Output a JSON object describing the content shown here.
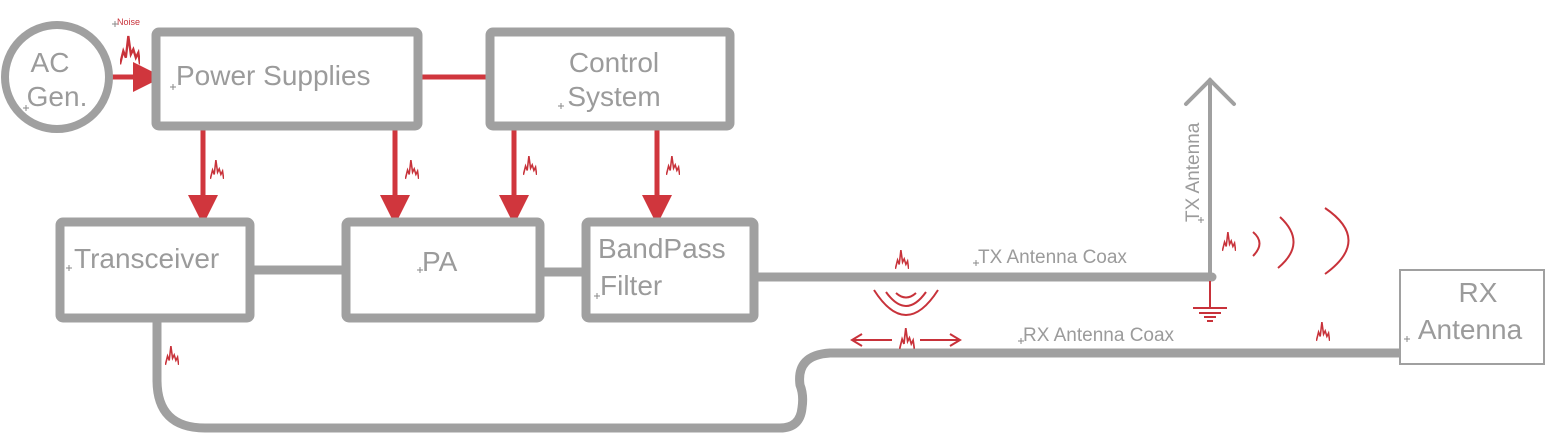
{
  "diagram": {
    "title": "Radio system noise coupling diagram",
    "colors": {
      "block_outline": "#a0a0a0",
      "block_text": "#9b9b9b",
      "power_path": "#d0363d",
      "noise": "#c8323a",
      "background": "#ffffff"
    },
    "nodes": {
      "ac_gen": {
        "line1": "AC",
        "line2": "Gen."
      },
      "power_supplies": {
        "label": "Power Supplies"
      },
      "control_system": {
        "line1": "Control",
        "line2": "System"
      },
      "transceiver": {
        "label": "Transceiver"
      },
      "pa": {
        "label": "PA"
      },
      "bandpass_filter": {
        "line1": "BandPass",
        "line2": "Filter"
      },
      "tx_antenna": {
        "label": "TX Antenna"
      },
      "rx_antenna": {
        "line1": "RX",
        "line2": "Antenna"
      }
    },
    "connections": {
      "tx_coax": {
        "label": "TX Antenna Coax"
      },
      "rx_coax": {
        "label": "RX Antenna Coax"
      }
    },
    "annotations": {
      "noise_label": "Noise"
    },
    "edges": [
      {
        "from": "AC Gen.",
        "to": "Power Supplies",
        "type": "power",
        "noise": true
      },
      {
        "from": "Power Supplies",
        "to": "Control System",
        "type": "power"
      },
      {
        "from": "Power Supplies",
        "to": "Transceiver",
        "type": "power",
        "noise": true
      },
      {
        "from": "Power Supplies",
        "to": "PA",
        "type": "power",
        "noise": true
      },
      {
        "from": "Control System",
        "to": "PA",
        "type": "power",
        "noise": true
      },
      {
        "from": "Control System",
        "to": "BandPass Filter",
        "type": "power",
        "noise": true
      },
      {
        "from": "Transceiver",
        "to": "PA",
        "type": "signal"
      },
      {
        "from": "PA",
        "to": "BandPass Filter",
        "type": "signal"
      },
      {
        "from": "BandPass Filter",
        "to": "TX Antenna",
        "type": "coax",
        "noise": true
      },
      {
        "from": "Transceiver",
        "to": "RX Antenna",
        "type": "coax",
        "noise": true
      }
    ]
  }
}
